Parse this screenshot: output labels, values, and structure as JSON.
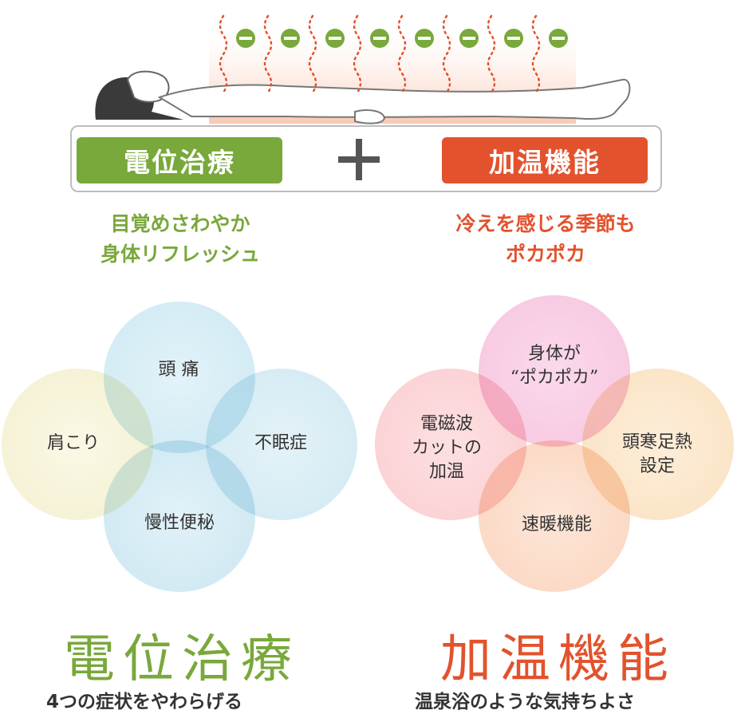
{
  "top_bar": {
    "left_label": "電位治療",
    "right_label": "加温機能",
    "plus_sign": "+"
  },
  "captions": {
    "left_line1": "目覚めさわやか",
    "left_line2": "身体リフレッシュ",
    "right_line1": "冷えを感じる季節も",
    "right_line2": "ポカポカ"
  },
  "left_diagram": {
    "items": [
      "頭 痛",
      "肩こり",
      "不眠症",
      "慢性便秘"
    ]
  },
  "right_diagram": {
    "items": [
      "身体が\n“ポカポカ”",
      "電磁波\nカットの\n加温",
      "頭寒足熱\n設定",
      "速暖機能"
    ]
  },
  "footer": {
    "left_title": "電位治療",
    "left_subtitle": "4つの症状をやわらげる",
    "right_title": "加温機能",
    "right_subtitle": "温泉浴のような気持ちよさ"
  },
  "colors": {
    "green": "#79a83b",
    "red": "#e2522d"
  }
}
